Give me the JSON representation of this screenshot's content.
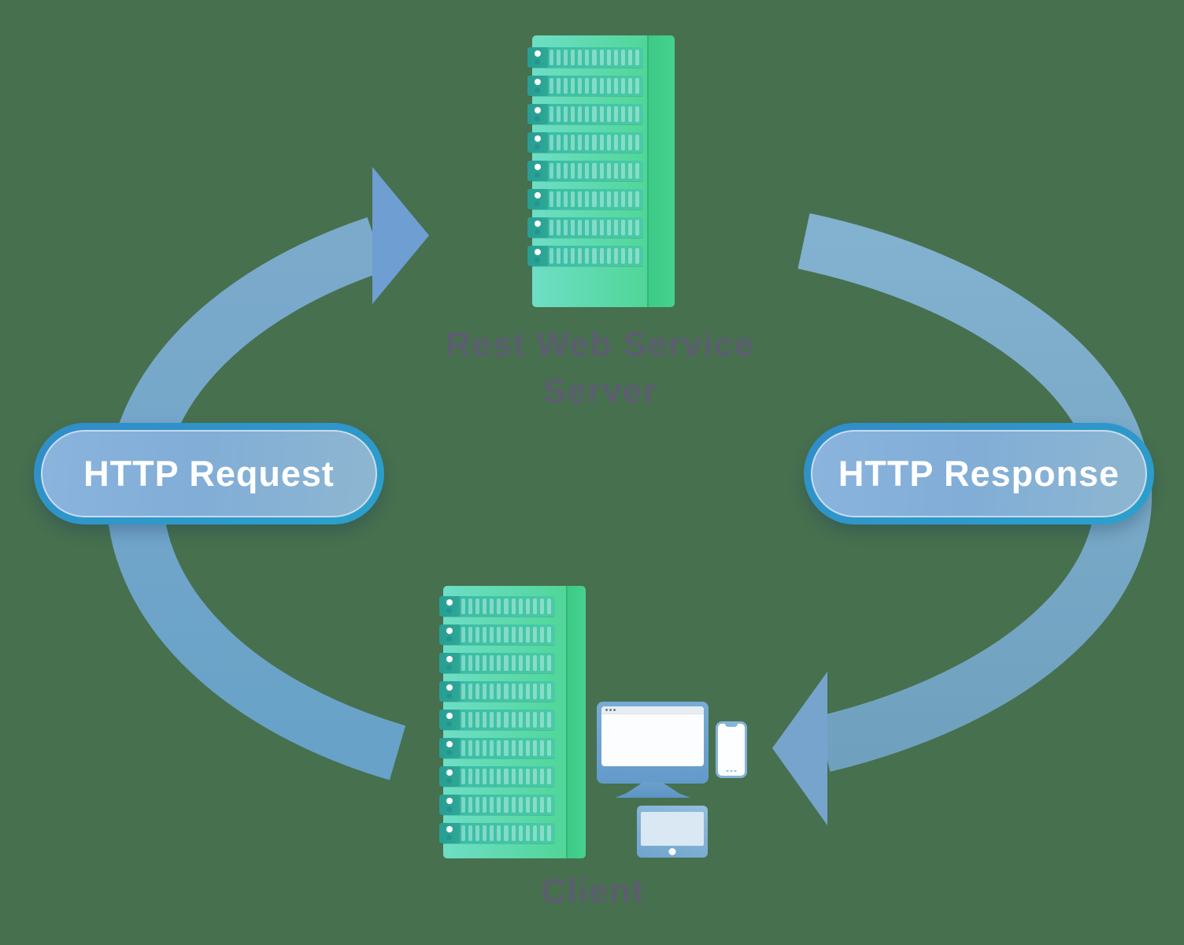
{
  "background": "#47704f",
  "nodes": {
    "server": {
      "label_lines": [
        "Rest Web Service",
        "Server"
      ]
    },
    "client": {
      "label": "Client"
    }
  },
  "flows": {
    "request": {
      "label": "HTTP Request",
      "direction": "client-to-server"
    },
    "response": {
      "label": "HTTP Response",
      "direction": "server-to-client"
    }
  },
  "colors": {
    "background": "#47704f",
    "badge_border": "#2d92c9",
    "badge_fill_start": "#8ab4dd",
    "badge_fill_end": "#8db6d0",
    "badge_text": "#ffffff",
    "arc_blue": "#74a6c8",
    "arrow_blue": "#6f9ed3",
    "server_teal": "#6edec6",
    "server_green": "#50d697",
    "rack_unit_teal": "#3bbfa5",
    "label_text": "#5b5e6e",
    "device_blue": "#74a9d3"
  },
  "illustration": {
    "server_rack_units": 8,
    "client_rack_units": 9,
    "rack_slats": 13,
    "browser_dots": 3
  }
}
